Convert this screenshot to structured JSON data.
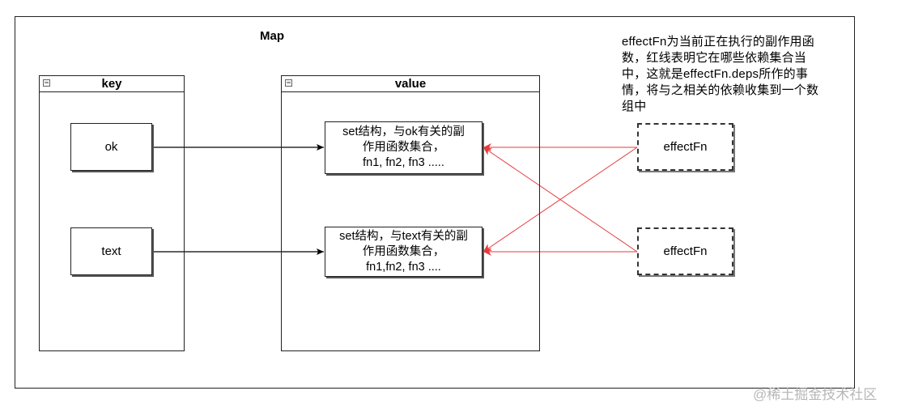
{
  "map": {
    "title": "Map",
    "key_container": {
      "title": "key",
      "items": [
        "ok",
        "text"
      ]
    },
    "value_container": {
      "title": "value",
      "items": [
        {
          "lines": [
            "set结构，与ok有关的副",
            "作用函数集合，",
            "fn1, fn2, fn3 ....."
          ]
        },
        {
          "lines": [
            "set结构，与text有关的副",
            "作用函数集合，",
            "fn1,fn2, fn3 ...."
          ]
        }
      ]
    }
  },
  "effects": [
    "effectFn",
    "effectFn"
  ],
  "note": {
    "lines": [
      "effectFn为当前正在执行的副作用函",
      "数，红线表明它在哪些依赖集合当",
      "中，这就是effectFn.deps所作的事",
      "情，将与之相关的依赖收集到一个数",
      "组中"
    ]
  },
  "colors": {
    "key_arrow": "#000000",
    "dep_arrow": "#e8383d"
  },
  "watermark": "@稀土掘金技术社区"
}
